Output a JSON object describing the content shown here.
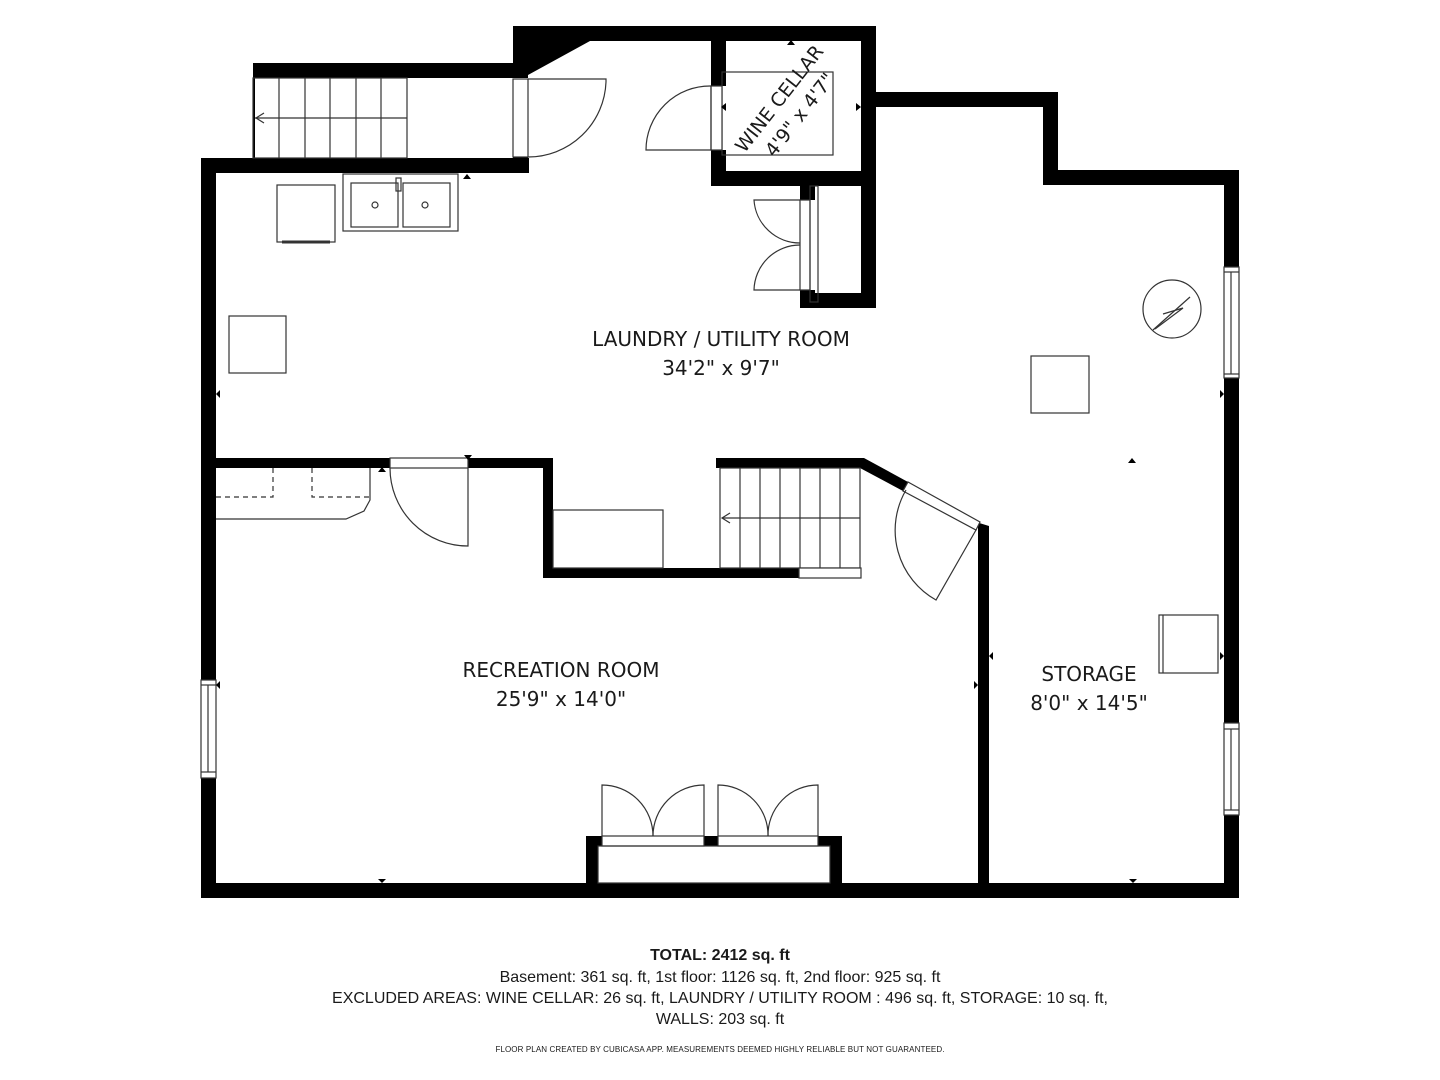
{
  "plan": {
    "wall_color": "#000000",
    "line_color": "#333333",
    "background": "#ffffff"
  },
  "rooms": [
    {
      "name": "LAUNDRY / UTILITY ROOM",
      "dimensions": "34'2\" x 9'7\""
    },
    {
      "name": "WINE CELLAR",
      "dimensions": "4'9\" x 4'7\""
    },
    {
      "name": "RECREATION ROOM",
      "dimensions": "25'9\" x 14'0\""
    },
    {
      "name": "STORAGE",
      "dimensions": "8'0\" x 14'5\""
    }
  ],
  "fixtures": [
    "stairs-up-top",
    "stairs-up-middle",
    "double-sink",
    "washer",
    "dryer",
    "water-heater",
    "electrical-panel",
    "appliance-box"
  ],
  "summary": {
    "total": "TOTAL: 2412 sq. ft",
    "floors": "Basement: 361 sq. ft, 1st floor: 1126 sq. ft, 2nd floor: 925 sq. ft",
    "excluded": "EXCLUDED AREAS: WINE CELLAR: 26 sq. ft, LAUNDRY / UTILITY ROOM : 496 sq. ft, STORAGE: 10 sq. ft,",
    "walls": "WALLS: 203 sq. ft",
    "disclaimer": "FLOOR PLAN CREATED BY CUBICASA APP. MEASUREMENTS DEEMED HIGHLY RELIABLE BUT NOT GUARANTEED."
  }
}
